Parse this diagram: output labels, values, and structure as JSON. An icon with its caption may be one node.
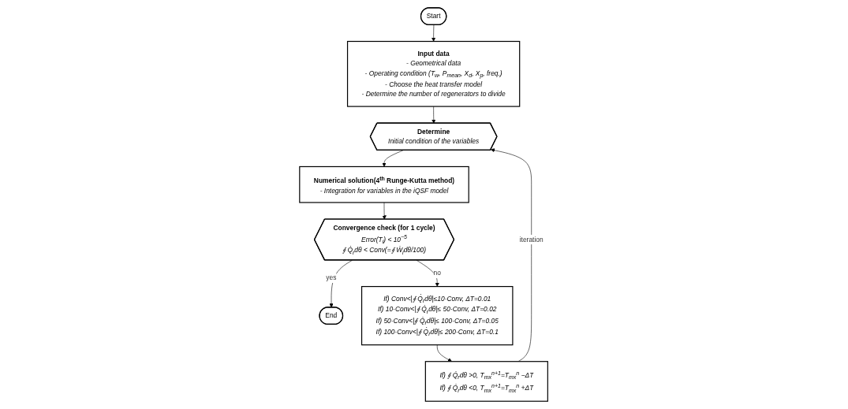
{
  "diagram": {
    "nodes": [
      {
        "text": [
          "Start"
        ]
      },
      {
        "text": [
          "Input data",
          "- Geometrical data",
          "- Operating condition (T$_{w}$, P$_{mean}$, X$_{d}$, X$_{p}$, freq.)",
          "- Choose the heat transfer model",
          "- Determine the number of regenerators to divide"
        ]
      },
      {
        "text": [
          "Determine",
          "Initial condition of the variables"
        ]
      },
      {
        "text": [
          "Numerical solution(4$^{th}$ Runge-Kutta method)",
          "- Integration for variables in the iQSF model"
        ]
      },
      {
        "text": [
          "Convergence check (for 1 cycle)",
          "Error(T$_{i}$) < 10$^{−5}$",
          "∮ Q̇$_{r}$dθ < Conv(=∮ Ẇ$_{i}$dθ/100)"
        ]
      },
      {
        "text": [
          "End"
        ]
      },
      {
        "text": [
          "If) Conv<|∮ Q̇$_{r}$dθ|≤10·Conv, ΔT=0.01",
          "If) 10·Conv<|∮ Q̇$_{r}$dθ|≤ 50·Conv, ΔT=0.02",
          "If) 50·Conv<|∮ Q̇$_{r}$dθ|≤ 100·Conv, ΔT=0.05",
          "If) 100·Conv<|∮ Q̇$_{r}$dθ|≤ 200·Conv, ΔT=0.1"
        ]
      },
      {
        "text": [
          "If) ∮ Q̇$_{r}$dθ >0, T$_{mx}$$^{n+1}$=T$_{mx}$$^{n}$ −ΔT",
          "If) ∮ Q̇$_{r}$dθ <0, T$_{mx}$$^{n+1}$=T$_{mx}$$^{n}$ +ΔT"
        ]
      }
    ],
    "edges": [
      {
        "from": 0,
        "to": 1,
        "arrow": "to"
      },
      {
        "from": 1,
        "to": 2,
        "arrow": "to"
      },
      {
        "from": 2,
        "to": 3,
        "arrow": "to"
      },
      {
        "from": 3,
        "to": 4,
        "arrow": "to"
      },
      {
        "from": 4,
        "to": 5,
        "label": "yes",
        "arrow": "to"
      },
      {
        "from": 4,
        "to": 6,
        "label": "no",
        "arrow": "to"
      },
      {
        "from": 6,
        "to": 7,
        "arrow": "to"
      },
      {
        "from": 7,
        "to": 2,
        "label": "iteration",
        "arrow": "to"
      }
    ]
  }
}
